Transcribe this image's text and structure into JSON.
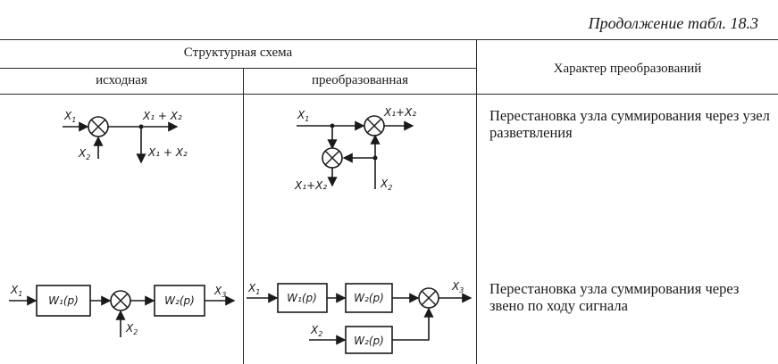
{
  "caption": "Продолжение табл. 18.3",
  "header": {
    "structure": "Структурная схема",
    "original": "исходная",
    "transformed": "преобразованная",
    "character": "Характер преобразований"
  },
  "rows": [
    {
      "description": "Перестановка узла суммирования через узел разветвления",
      "original": {
        "in1": "X",
        "in1_sub": "1",
        "in2": "X",
        "in2_sub": "2",
        "out_top": "X₁ + X₂",
        "out_bottom": "X₁ + X₂"
      },
      "transformed": {
        "in1": "X",
        "in1_sub": "1",
        "out_top": "X₁+X₂",
        "out_left": "X₁+X₂",
        "in2": "X",
        "in2_sub": "2"
      }
    },
    {
      "description": "Перестановка узла суммирования через звено по ходу сигнала",
      "original": {
        "in1": "X",
        "in1_sub": "1",
        "in2": "X",
        "in2_sub": "2",
        "block1": "W₁(p)",
        "block2": "W₂(p)",
        "out": "X",
        "out_sub": "3"
      },
      "transformed": {
        "in1": "X",
        "in1_sub": "1",
        "in2": "X",
        "in2_sub": "2",
        "block1": "W₁(p)",
        "block2": "W₂(p)",
        "block3": "W₂(p)",
        "out": "X",
        "out_sub": "3"
      }
    }
  ]
}
